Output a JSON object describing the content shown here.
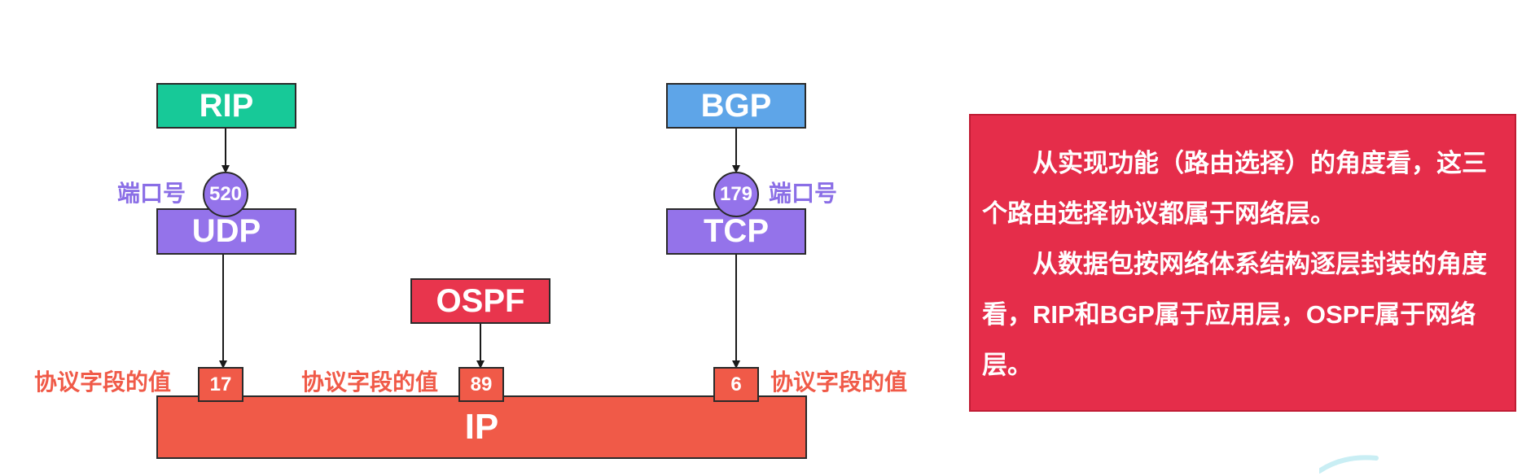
{
  "protocols": {
    "rip": "RIP",
    "bgp": "BGP",
    "udp": "UDP",
    "tcp": "TCP",
    "ospf": "OSPF",
    "ip": "IP"
  },
  "ports": {
    "rip_port": "520",
    "bgp_port": "179",
    "label_left": "端口号",
    "label_right": "端口号"
  },
  "protocol_fields": {
    "udp_value": "17",
    "ospf_value": "89",
    "tcp_value": "6",
    "label_left": "协议字段的值",
    "label_middle": "协议字段的值",
    "label_right": "协议字段的值"
  },
  "note": {
    "paragraph1": "从实现功能（路由选择）的角度看，这三个路由选择协议都属于网络层。",
    "paragraph2": "从数据包按网络体系结构逐层封装的角度看，RIP和BGP属于应用层，OSPF属于网络层。"
  },
  "colors": {
    "rip": "#17c998",
    "bgp": "#5ea5e8",
    "transport": "#9473ea",
    "ospf": "#e8354d",
    "ip": "#f05a48",
    "note_bg": "#e52d4a",
    "port_label": "#8a6ee6",
    "field_label": "#f05a48"
  }
}
